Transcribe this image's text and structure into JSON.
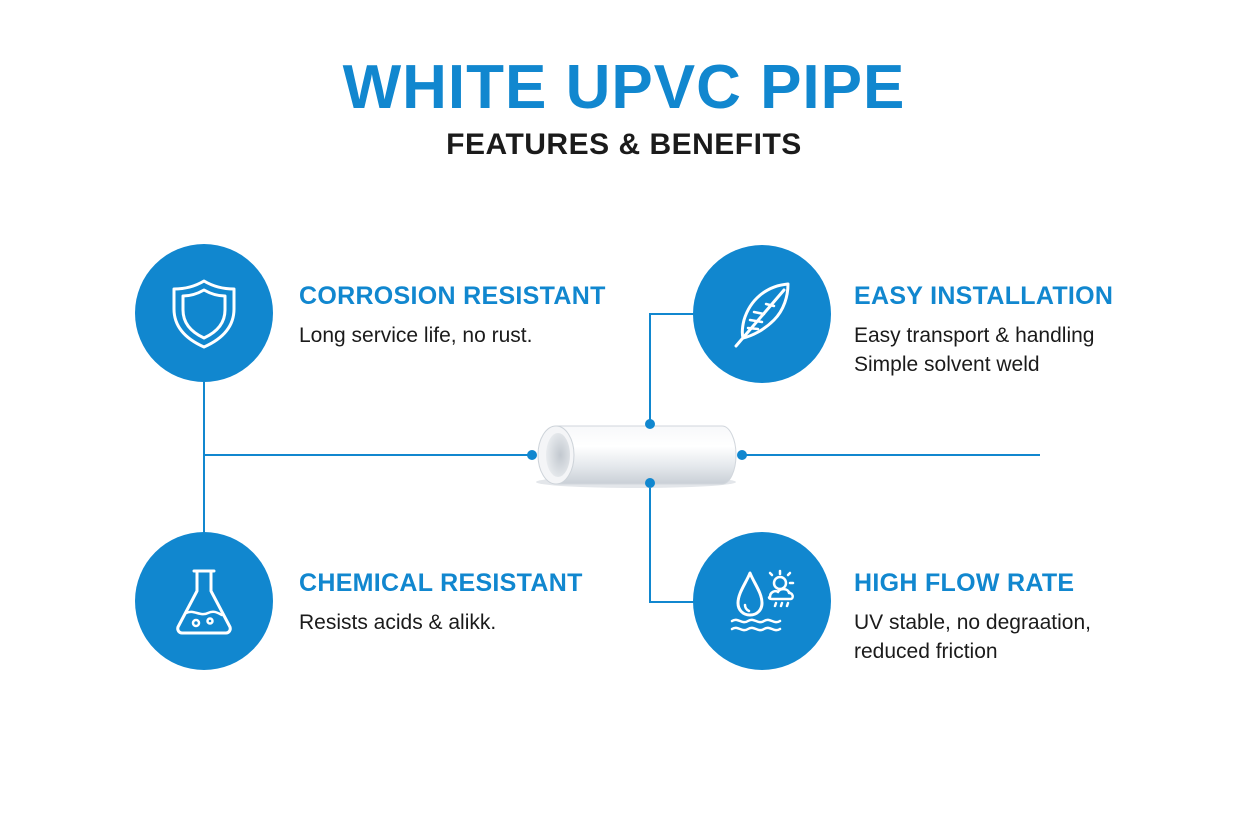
{
  "header": {
    "title": "WHITE UPVC PIPE",
    "subtitle": "FEATURES & BENEFITS"
  },
  "colors": {
    "accent": "#1187cf",
    "text": "#1b1b1b",
    "background": "#ffffff"
  },
  "features": [
    {
      "icon": "shield-icon",
      "title": "CORROSION RESISTANT",
      "lines": [
        "Long service life, no rust."
      ]
    },
    {
      "icon": "feather-icon",
      "title": "EASY INSTALLATION",
      "lines": [
        "Easy transport & handling",
        "Simple solvent weld"
      ]
    },
    {
      "icon": "flask-icon",
      "title": "CHEMICAL RESISTANT",
      "lines": [
        "Resists acids & alikk."
      ]
    },
    {
      "icon": "water-weather-icon",
      "title": "HIGH FLOW RATE",
      "lines": [
        "UV stable, no degraation,",
        "reduced friction"
      ]
    }
  ]
}
